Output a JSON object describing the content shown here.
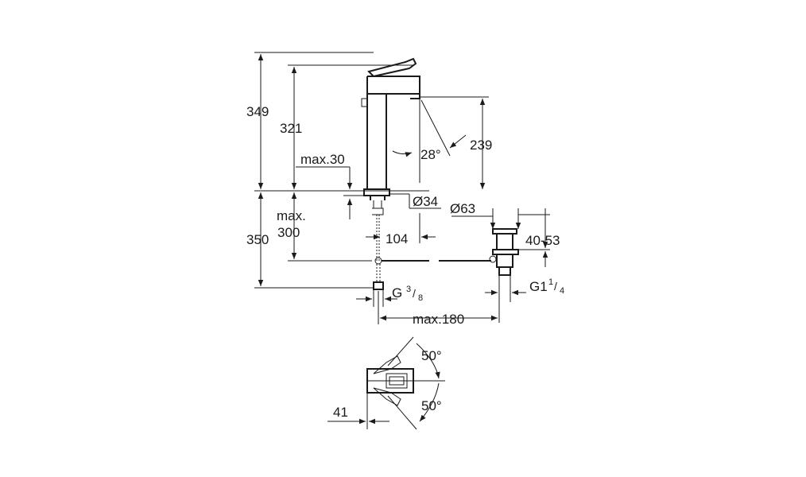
{
  "dimensions": {
    "d349": "349",
    "d321": "321",
    "max30": "max.30",
    "angle28": "28°",
    "d239": "239",
    "dia34": "Ø34",
    "dia63": "Ø63",
    "max_label": "max.",
    "d300": "300",
    "d350": "350",
    "d104": "104",
    "d40_53": "40-53",
    "g38_base": "G",
    "g38_num": "3",
    "g38_den": "8",
    "g114_base": "G1",
    "g114_num": "1",
    "g114_den": "4",
    "max180": "max.180",
    "angle50_top": "50°",
    "angle50_bottom": "50°",
    "d41": "41"
  },
  "colors": {
    "ink": "#1a1a1a",
    "background": "#ffffff"
  }
}
